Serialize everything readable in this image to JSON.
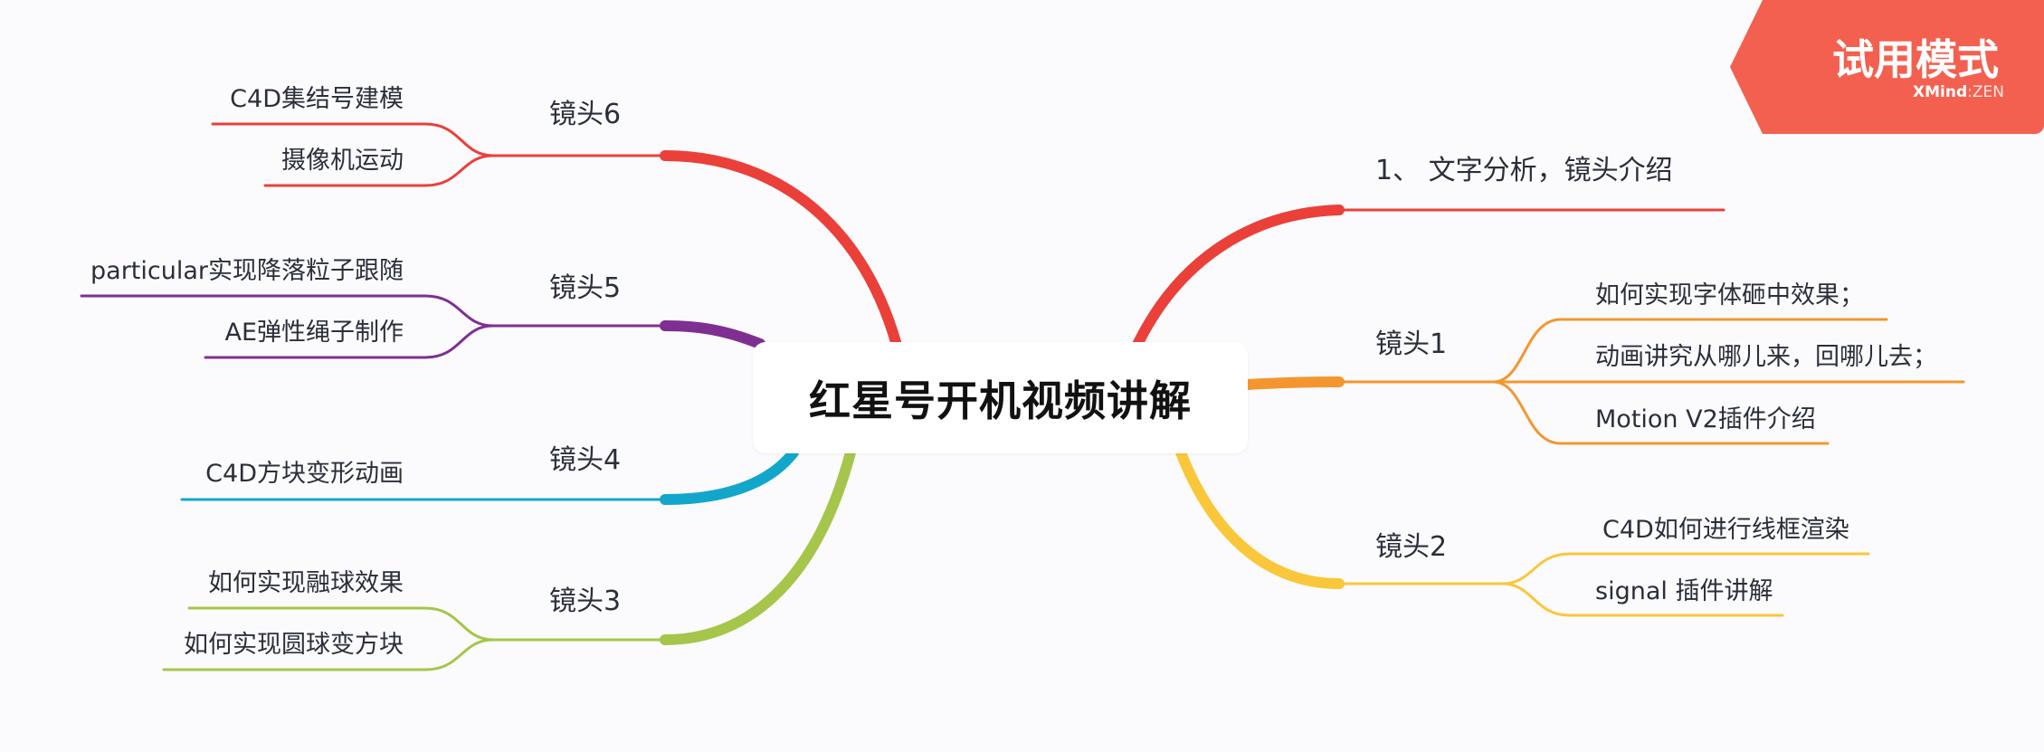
{
  "center": {
    "title": "红星号开机视频讲解"
  },
  "watermark": {
    "title": "试用模式",
    "brand_bold": "XMind",
    "brand_sep": ":",
    "brand_light": "ZEN"
  },
  "colors": {
    "red": "#ea4039",
    "orange": "#f4962f",
    "yellow": "#fac73b",
    "green": "#a5c64a",
    "teal": "#12a7ca",
    "purple": "#7f2f92"
  },
  "right": [
    {
      "label": "1、 文字分析，镜头介绍",
      "color": "red",
      "children": []
    },
    {
      "label": "镜头1",
      "color": "orange",
      "children": [
        "如何实现字体砸中效果；",
        "动画讲究从哪儿来，回哪儿去；",
        "Motion V2插件介绍"
      ]
    },
    {
      "label": "镜头2",
      "color": "yellow",
      "children": [
        "C4D如何进行线框渲染",
        "signal 插件讲解"
      ]
    }
  ],
  "left": [
    {
      "label": "镜头6",
      "color": "red",
      "children": [
        "C4D集结号建模",
        "摄像机运动"
      ]
    },
    {
      "label": "镜头5",
      "color": "purple",
      "children": [
        "particular实现降落粒子跟随",
        "AE弹性绳子制作"
      ]
    },
    {
      "label": "镜头4",
      "color": "teal",
      "children": [
        "C4D方块变形动画"
      ]
    },
    {
      "label": "镜头3",
      "color": "green",
      "children": [
        "如何实现融球效果",
        "如何实现圆球变方块"
      ]
    }
  ]
}
